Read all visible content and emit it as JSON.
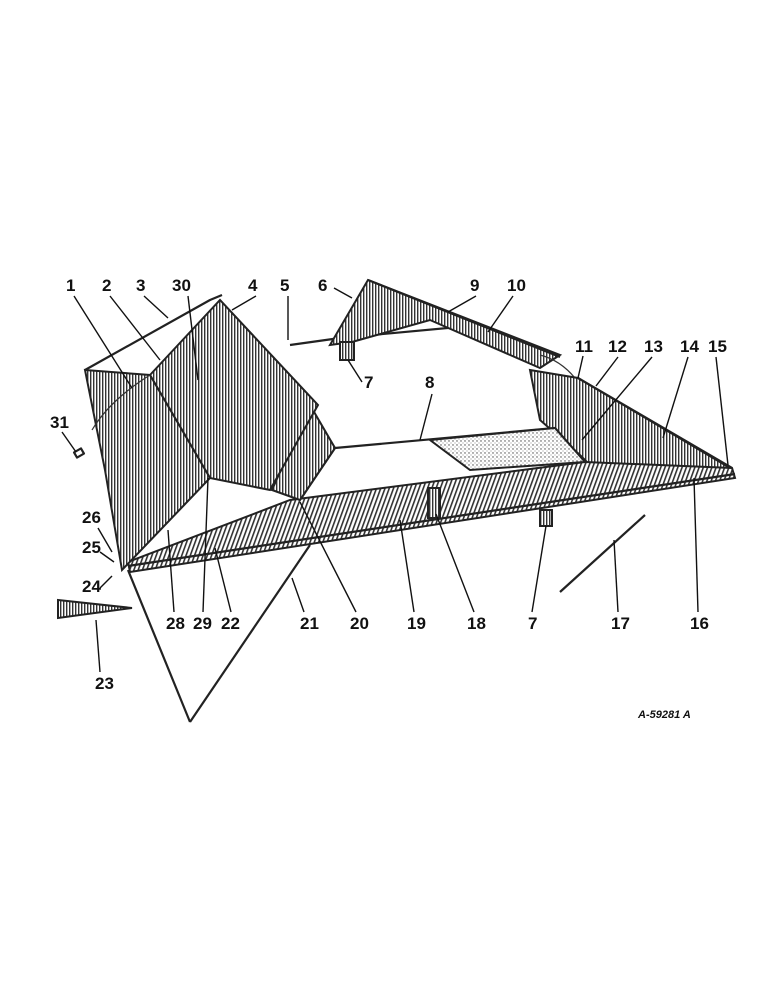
{
  "diagram": {
    "part_number": "A-59281 A",
    "callouts": [
      "1",
      "2",
      "3",
      "30",
      "4",
      "5",
      "6",
      "9",
      "10",
      "11",
      "12",
      "13",
      "14",
      "15",
      "7",
      "8",
      "31",
      "26",
      "25",
      "24",
      "28",
      "29",
      "22",
      "21",
      "20",
      "19",
      "18",
      "7",
      "17",
      "16",
      "23"
    ]
  }
}
